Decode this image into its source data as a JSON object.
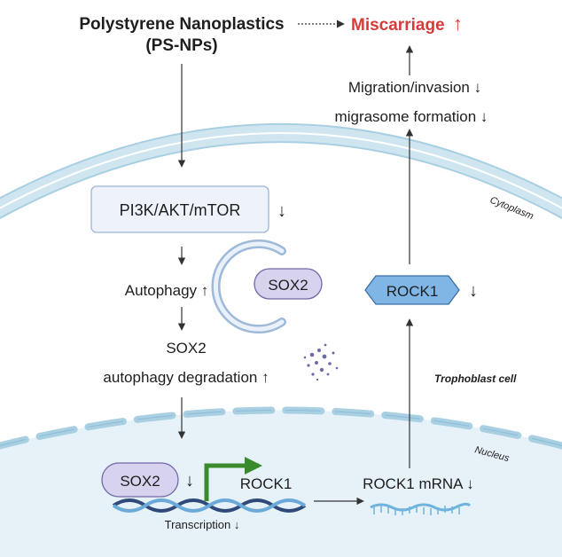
{
  "colors": {
    "membrane": "#cfe6f1",
    "membrane_edge": "#a9cfe2",
    "nucleus_fill": "#e6f2f8",
    "accent_red": "#d63b3b",
    "box_fill": "#eef3fb",
    "box_edge": "#9db5d8",
    "sox2_fill": "#d7d2ee",
    "sox2_edge": "#6f6aa8",
    "rock1_fill": "#7fb6e6",
    "rock1_edge": "#3b6fa6",
    "promoter_green": "#3a8a2e",
    "dna_dark": "#2f4a7a",
    "dna_light": "#6aa9d8",
    "mrna": "#6fb3df",
    "debris": "#6c6aa8"
  },
  "title": {
    "line1": "Polystyrene Nanoplastics",
    "line2": "(PS-NPs)"
  },
  "outcome": {
    "label": "Miscarriage",
    "arrow": "↑"
  },
  "effects": {
    "line1": "Migration/invasion ↓",
    "line2": "migrasome formation ↓"
  },
  "regions": {
    "cytoplasm": "Cytoplasm",
    "nucleus": "Nucleus",
    "cell": "Trophoblast cell"
  },
  "pathway": {
    "box_label": "PI3K/AKT/mTOR",
    "box_arrow": "↓"
  },
  "autophagy": {
    "label": "Autophagy ↑"
  },
  "sox2_vesicle": {
    "label": "SOX2"
  },
  "degradation": {
    "line1": "SOX2",
    "line2": "autophagy degradation ↑"
  },
  "rock1_protein": {
    "label": "ROCK1",
    "arrow": "↓"
  },
  "nucleus_content": {
    "sox2_label": "SOX2",
    "sox2_arrow": "↓",
    "gene_label": "ROCK1",
    "transcription": "Transcription ↓"
  },
  "mrna": {
    "label": "ROCK1 mRNA ↓"
  }
}
